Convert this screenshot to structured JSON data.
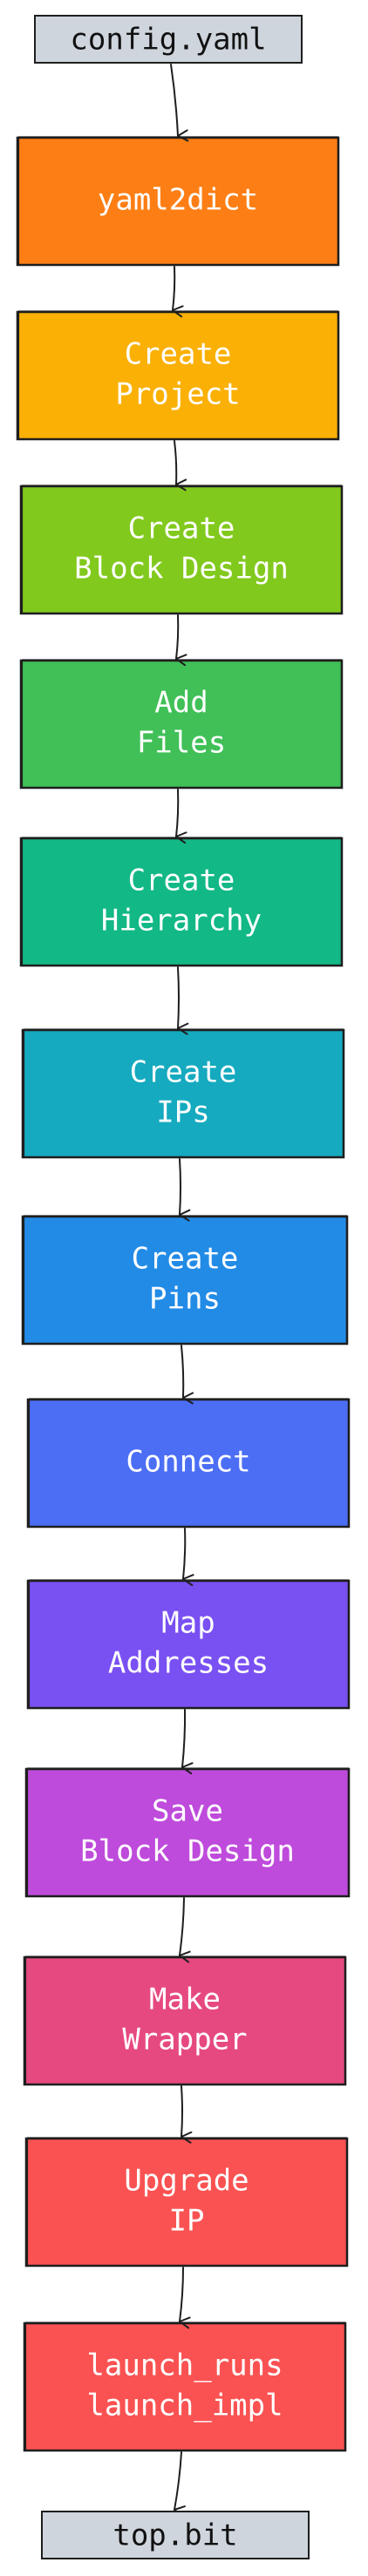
{
  "diagram": {
    "input": {
      "label": "config.yaml",
      "fill": "#cfd5dd"
    },
    "output": {
      "label": "top.bit",
      "fill": "#cfd5dd"
    },
    "steps": [
      {
        "lines": [
          "yaml2dict"
        ],
        "fill": "#fd7e14"
      },
      {
        "lines": [
          "Create",
          "Project"
        ],
        "fill": "#fab005"
      },
      {
        "lines": [
          "Create",
          "Block Design"
        ],
        "fill": "#82c91e"
      },
      {
        "lines": [
          "Add",
          "Files"
        ],
        "fill": "#40c057"
      },
      {
        "lines": [
          "Create",
          "Hierarchy"
        ],
        "fill": "#12b886"
      },
      {
        "lines": [
          "Create",
          "IPs"
        ],
        "fill": "#15aabf"
      },
      {
        "lines": [
          "Create",
          "Pins"
        ],
        "fill": "#228be6"
      },
      {
        "lines": [
          "Connect"
        ],
        "fill": "#4c6ef5"
      },
      {
        "lines": [
          "Map",
          "Addresses"
        ],
        "fill": "#7950f2"
      },
      {
        "lines": [
          "Save",
          "Block Design"
        ],
        "fill": "#be4bdb"
      },
      {
        "lines": [
          "Make",
          "Wrapper"
        ],
        "fill": "#e64980"
      },
      {
        "lines": [
          "Upgrade",
          "IP"
        ],
        "fill": "#fa5252"
      },
      {
        "lines": [
          "launch_runs",
          "launch_impl"
        ],
        "fill": "#fa5252"
      }
    ],
    "text_color_on_steps": "#ffffff",
    "stroke_color": "#1e1e1e",
    "arrow_color": "#1e1e1e"
  }
}
